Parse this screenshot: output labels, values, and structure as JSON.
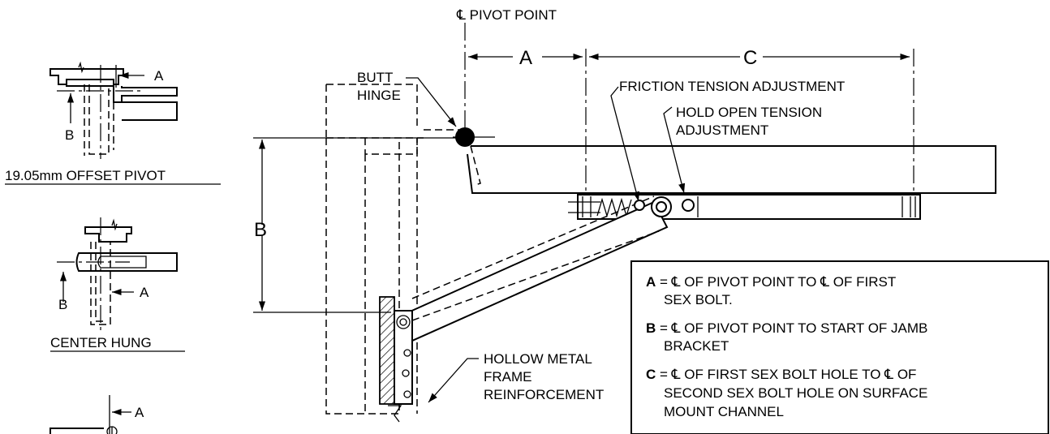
{
  "labels": {
    "pivot_point": "℄ PIVOT POINT",
    "dim_a": "A",
    "dim_b": "B",
    "dim_c": "C",
    "butt_hinge_line1": "BUTT",
    "butt_hinge_line2": "HINGE",
    "friction": "FRICTION TENSION ADJUSTMENT",
    "hold_open_line1": "HOLD OPEN TENSION",
    "hold_open_line2": "ADJUSTMENT",
    "hollow_line1": "HOLLOW METAL",
    "hollow_line2": "FRAME",
    "hollow_line3": "REINFORCEMENT",
    "offset_pivot_a": "A",
    "offset_pivot_b": "B",
    "offset_pivot_caption": "19.05mm OFFSET PIVOT",
    "center_hung_a": "A",
    "center_hung_b": "B",
    "center_hung_caption": "CENTER HUNG",
    "bottom_a": "A"
  },
  "legend": {
    "a_key": "A",
    "a_text1": " = ℄ OF PIVOT POINT TO ℄ OF FIRST",
    "a_text2": "SEX BOLT.",
    "b_key": "B",
    "b_text1": " = ℄ OF PIVOT POINT TO START OF JAMB",
    "b_text2": "BRACKET",
    "c_key": "C",
    "c_text1": " = ℄ OF FIRST SEX BOLT HOLE TO ℄ OF",
    "c_text2": "SECOND SEX BOLT HOLE ON SURFACE",
    "c_text3": "MOUNT CHANNEL"
  }
}
